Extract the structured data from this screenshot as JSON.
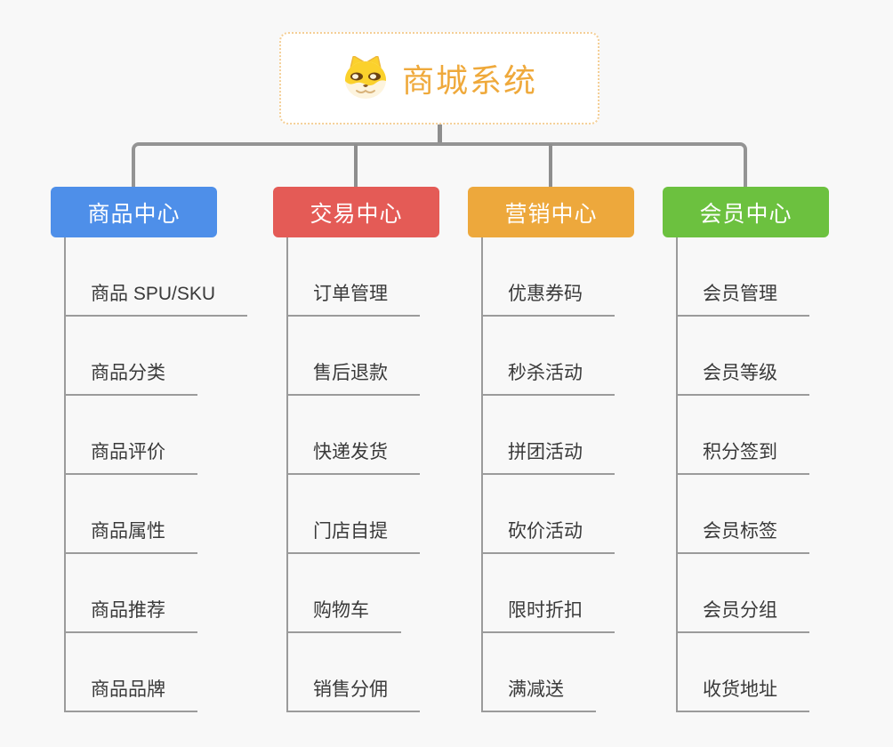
{
  "root": {
    "title": "商城系统",
    "icon": "dog-face-icon"
  },
  "branches": [
    {
      "label": "商品中心",
      "color": "#4e8fe9",
      "children": [
        "商品 SPU/SKU",
        "商品分类",
        "商品评价",
        "商品属性",
        "商品推荐",
        "商品品牌"
      ]
    },
    {
      "label": "交易中心",
      "color": "#e45b56",
      "children": [
        "订单管理",
        "售后退款",
        "快递发货",
        "门店自提",
        "购物车",
        "销售分佣"
      ]
    },
    {
      "label": "营销中心",
      "color": "#eda83c",
      "children": [
        "优惠券码",
        "秒杀活动",
        "拼团活动",
        "砍价活动",
        "限时折扣",
        "满减送"
      ]
    },
    {
      "label": "会员中心",
      "color": "#6cc13f",
      "children": [
        "会员管理",
        "会员等级",
        "积分签到",
        "会员标签",
        "会员分组",
        "收货地址"
      ]
    }
  ],
  "colors": {
    "background": "#f8f8f8",
    "root_border": "#f4cf97",
    "root_title": "#efa93b",
    "connector_line": "#8e8e8e",
    "child_line": "#9b9b9b",
    "child_text": "#3a3a3a",
    "branch_text": "#ffffff"
  }
}
